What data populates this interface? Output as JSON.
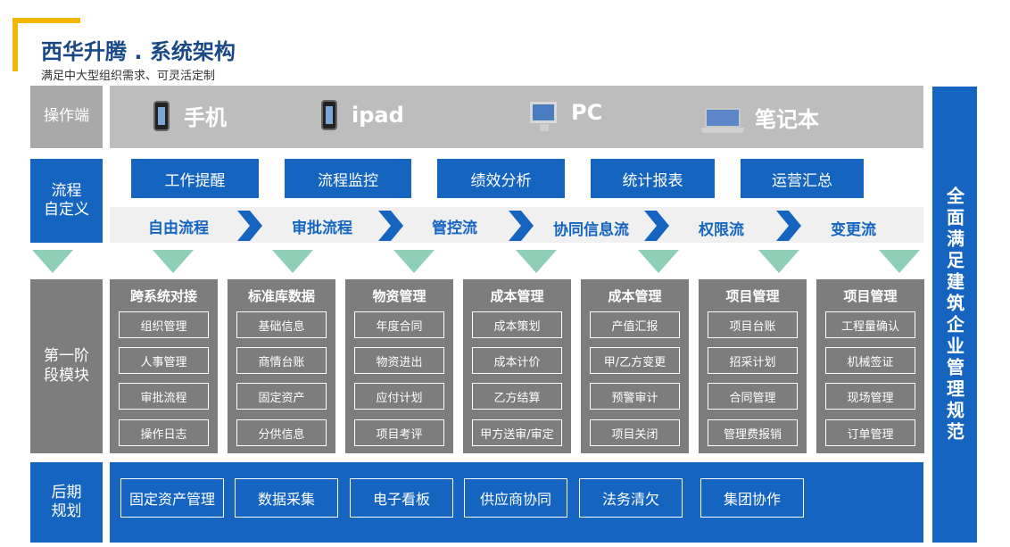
{
  "header": {
    "title": "西华升腾 . 系统架构",
    "subtitle": "满足中大型组织需求、可灵活定制"
  },
  "rows": {
    "terminal_label": "操作端",
    "process_label": "流程\n自定义",
    "stage1_label": "第一阶\n段模块",
    "future_label": "后期\n规划"
  },
  "terminals": [
    {
      "label": "手机",
      "icon": "phone-icon"
    },
    {
      "label": "ipad",
      "icon": "ipad-icon"
    },
    {
      "label": "PC",
      "icon": "pc-monitor-icon"
    },
    {
      "label": "笔记本",
      "icon": "laptop-icon"
    }
  ],
  "process_boxes": [
    "工作提醒",
    "流程监控",
    "绩效分析",
    "统计报表",
    "运营汇总"
  ],
  "flows": [
    "自由流程",
    "审批流程",
    "管控流",
    "协同信息流",
    "权限流",
    "变更流"
  ],
  "modules": [
    {
      "title": "跨系统对接",
      "items": [
        "组织管理",
        "人事管理",
        "审批流程",
        "操作日志"
      ]
    },
    {
      "title": "标准库数据",
      "items": [
        "基础信息",
        "商情台账",
        "固定资产",
        "分供信息"
      ]
    },
    {
      "title": "物资管理",
      "items": [
        "年度合同",
        "物资进出",
        "应付计划",
        "项目考评"
      ]
    },
    {
      "title": "成本管理",
      "items": [
        "成本策划",
        "成本计价",
        "乙方结算",
        "甲方送审/审定"
      ]
    },
    {
      "title": "成本管理",
      "items": [
        "产值汇报",
        "甲/乙方变更",
        "预警审计",
        "项目关闭"
      ]
    },
    {
      "title": "项目管理",
      "items": [
        "项目台账",
        "招采计划",
        "合同管理",
        "管理费报销"
      ]
    },
    {
      "title": "项目管理",
      "items": [
        "工程量确认",
        "机械签证",
        "现场管理",
        "订单管理"
      ]
    }
  ],
  "future_items": [
    "固定资产管理",
    "数据采集",
    "电子看板",
    "供应商协同",
    "法务清欠",
    "集团协作"
  ],
  "right_banner": "全面满足建筑企业管理规范",
  "colors": {
    "blue": "#1565c0",
    "gray": "#7d7d7d",
    "light_gray": "#bdbdbd",
    "green_arrow": "#8fcfb8",
    "accent_yellow": "#f2b705"
  }
}
